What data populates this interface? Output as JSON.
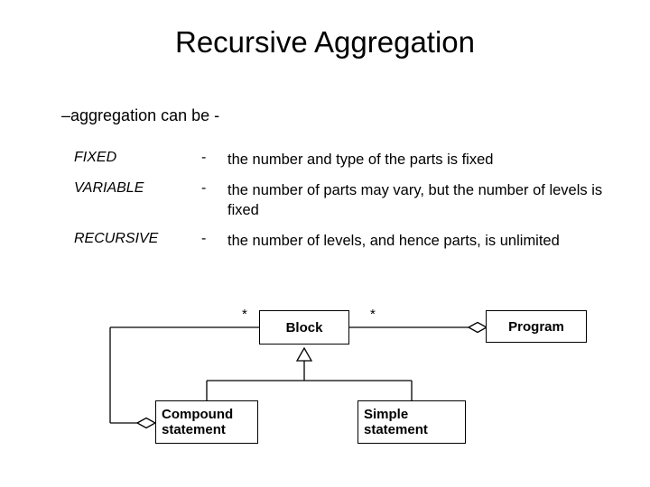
{
  "slide": {
    "title": "Recursive Aggregation",
    "bullet": "–aggregation can be -",
    "definitions": [
      {
        "term": "FIXED",
        "dash": "-",
        "text": "the number and type of the parts is fixed"
      },
      {
        "term": "VARIABLE",
        "dash": "-",
        "text": "the number of parts may vary, but the number of levels is fixed"
      },
      {
        "term": "RECURSIVE",
        "dash": "-",
        "text": "the number of levels, and hence parts, is unlimited"
      }
    ],
    "diagram": {
      "nodes": [
        {
          "id": "block",
          "label": "Block"
        },
        {
          "id": "program",
          "label": "Program"
        },
        {
          "id": "compound",
          "label": "Compound\nstatement"
        },
        {
          "id": "simple",
          "label": "Simple\nstatement"
        }
      ],
      "multiplicities": [
        {
          "id": "star-left-of-block",
          "label": "*"
        },
        {
          "id": "star-right-of-block",
          "label": "*"
        }
      ],
      "connectors": [
        {
          "id": "program-to-block",
          "type": "aggregation-diamond"
        },
        {
          "id": "compound-to-block",
          "type": "aggregation-diamond"
        },
        {
          "id": "block-to-compound",
          "type": "generalization-triangle"
        },
        {
          "id": "block-to-simple",
          "type": "generalization-triangle"
        }
      ]
    }
  },
  "colors": {
    "text": "#000000",
    "background": "#ffffff",
    "line": "#000000"
  }
}
